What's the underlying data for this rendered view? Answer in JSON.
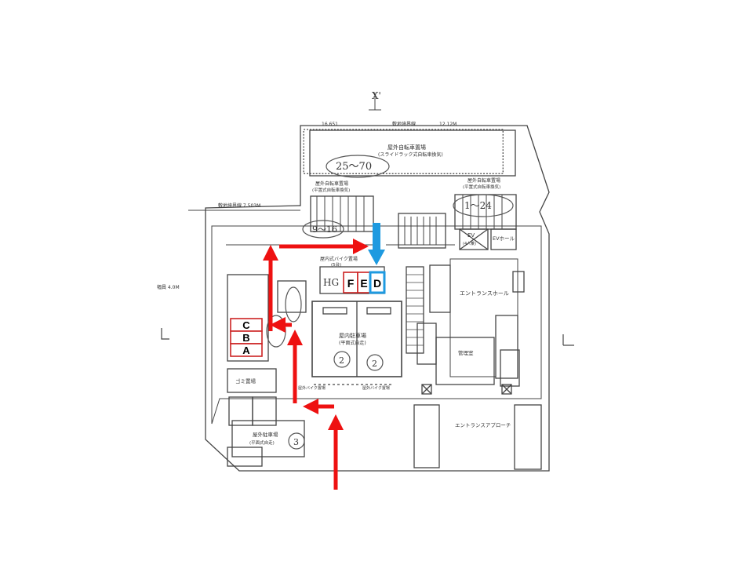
{
  "plan": {
    "north_mark": "X'",
    "top_road_label": "敷地境界線",
    "top_dim_left": "16.651",
    "top_dim_right": "12.12M",
    "left_boundary_label": "敷地境界線 7.503M",
    "left_dim_label": "幅員 4.0M",
    "rooms": {
      "large_bicycle_parking": "屋外自転車置場",
      "large_bicycle_parking_sub": "(スライドラック式自転車換気)",
      "bicycle_parking_left": "屋外自転車置場",
      "bicycle_parking_left_sub": "(平置式自転車換気)",
      "bicycle_parking_right": "屋外自転車置場",
      "bicycle_parking_right_sub": "(平置式自転車換気)",
      "indoor_bike_parking": "屋内式バイク置場",
      "indoor_bike_parking_sub": "(5台)",
      "indoor_car_parking": "屋内駐車場",
      "indoor_car_parking_sub": "(平面式自走)",
      "entrance_hall": "エントランスホール",
      "entrance_approach": "エントランスアプローチ",
      "ev": "EV",
      "ev_sub": "(4人乗)",
      "ev_hall": "EVホール",
      "mgmt_room": "管理室",
      "garbage": "ゴミ置場",
      "outdoor_parking": "屋外駐車場",
      "outdoor_parking_sub": "(平面式自走)",
      "bike_left": "屋外バイク置場",
      "bike_right": "屋外バイク置場"
    },
    "handwritten": {
      "range_top": "25〜70",
      "range_left": "9〜16",
      "range_right": "1〜24",
      "stall_2a": "2",
      "stall_2b": "2",
      "stall_3": "3"
    }
  },
  "markers": {
    "stack_left": [
      "C",
      "B",
      "A"
    ],
    "row_right": [
      "F",
      "E",
      "D"
    ],
    "hg": "HG",
    "highlight": "D",
    "colors": {
      "route_arrow": "#ee1111",
      "target_arrow": "#1e9ae0",
      "marker_border": "#cc2222",
      "highlight_border": "#1e9ae0"
    }
  }
}
